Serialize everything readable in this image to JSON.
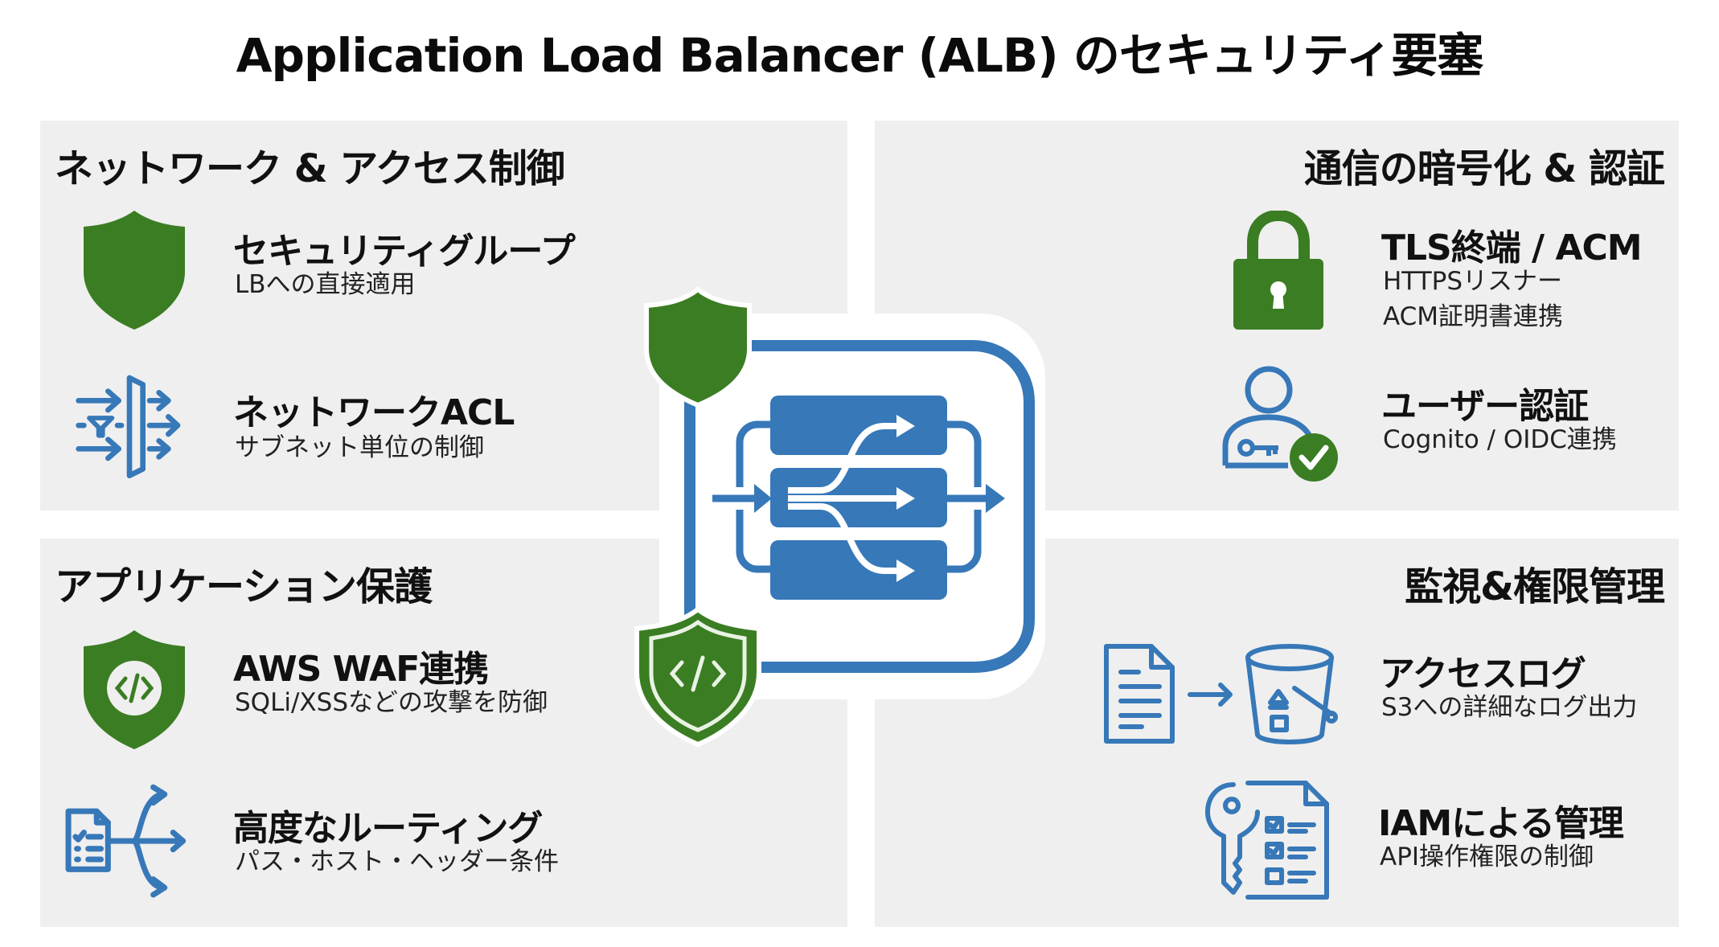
{
  "title": "Application Load Balancer (ALB) のセキュリティ要塞",
  "colors": {
    "green": "#3b7d23",
    "blue": "#3778b8",
    "panel_bg": "#efefef",
    "text": "#111111"
  },
  "sections": {
    "network": {
      "title": "ネットワーク & アクセス制御",
      "items": [
        {
          "icon": "shield-icon",
          "label": "セキュリティグループ",
          "desc": "LBへの直接適用"
        },
        {
          "icon": "network-filter-icon",
          "label": "ネットワークACL",
          "desc": "サブネット単位の制御"
        }
      ]
    },
    "encryption": {
      "title": "通信の暗号化 & 認証",
      "items": [
        {
          "icon": "lock-icon",
          "label": "TLS終端 / ACM",
          "desc_lines": [
            "HTTPSリスナー",
            "ACM証明書連携"
          ]
        },
        {
          "icon": "user-key-check-icon",
          "label": "ユーザー認証",
          "desc": "Cognito / OIDC連携"
        }
      ]
    },
    "application": {
      "title": "アプリケーション保護",
      "items": [
        {
          "icon": "shield-code-icon",
          "label": "AWS WAF連携",
          "desc": "SQLi/XSSなどの攻撃を防御"
        },
        {
          "icon": "document-routing-icon",
          "label": "高度なルーティング",
          "desc": "パス・ホスト・ヘッダー条件"
        }
      ]
    },
    "monitoring": {
      "title": "監視&権限管理",
      "items": [
        {
          "icon": "log-to-bucket-icon",
          "label": "アクセスログ",
          "desc": "S3への詳細なログ出力"
        },
        {
          "icon": "key-policy-icon",
          "label": "IAMによる管理",
          "desc": "API操作権限の制御"
        }
      ]
    }
  },
  "center": {
    "icon": "load-balancer-icon"
  }
}
